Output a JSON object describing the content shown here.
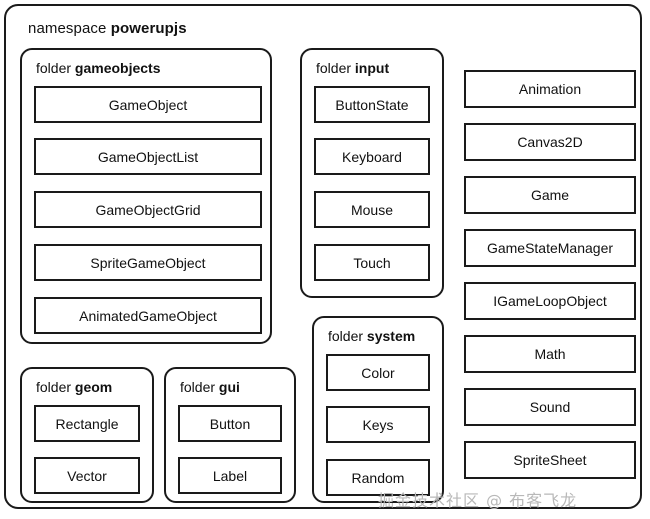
{
  "diagram": {
    "namespace": {
      "prefix": "namespace",
      "name": "powerupjs"
    },
    "folder_prefix": "folder",
    "folders": [
      {
        "id": "gameobjects",
        "name": "gameobjects",
        "classes": [
          "GameObject",
          "GameObjectList",
          "GameObjectGrid",
          "SpriteGameObject",
          "AnimatedGameObject"
        ]
      },
      {
        "id": "input",
        "name": "input",
        "classes": [
          "ButtonState",
          "Keyboard",
          "Mouse",
          "Touch"
        ]
      },
      {
        "id": "system",
        "name": "system",
        "classes": [
          "Color",
          "Keys",
          "Random"
        ]
      },
      {
        "id": "geom",
        "name": "geom",
        "classes": [
          "Rectangle",
          "Vector"
        ]
      },
      {
        "id": "gui",
        "name": "gui",
        "classes": [
          "Button",
          "Label"
        ]
      }
    ],
    "root_classes": [
      "Animation",
      "Canvas2D",
      "Game",
      "GameStateManager",
      "IGameLoopObject",
      "Math",
      "Sound",
      "SpriteSheet"
    ],
    "watermark": "掘金技术社区 @ 布客飞龙",
    "colors": {
      "stroke": "#1a1a1a",
      "background": "#ffffff",
      "text": "#111111",
      "watermark": "#b8b8b8"
    }
  }
}
